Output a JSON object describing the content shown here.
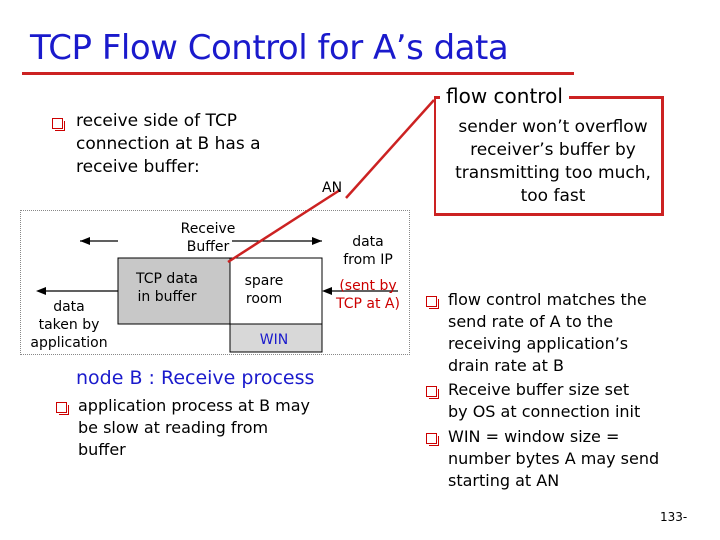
{
  "title": "TCP Flow Control for A’s data",
  "left_bullet": {
    "lines": [
      "receive side of TCP",
      "connection at B has a",
      "receive buffer:"
    ]
  },
  "flow_control_box": {
    "label": "flow control",
    "lines": [
      "sender won’t overflow",
      "receiver’s buffer by",
      "transmitting too much,",
      "too fast"
    ]
  },
  "diagram": {
    "an": "AN",
    "receive_buffer": [
      "Receive",
      "Buffer"
    ],
    "data_taken": [
      "data",
      "taken by",
      "application"
    ],
    "tcp_data": [
      "TCP data",
      "in buffer"
    ],
    "spare_room": [
      "spare",
      "room"
    ],
    "data_from_ip": [
      "data",
      "from IP"
    ],
    "sent_by": [
      "(sent by",
      "TCP at A)"
    ],
    "win": "WIN",
    "node_title": "node B : Receive process"
  },
  "node_bullet": {
    "lines": [
      "application process at B may",
      "be slow at reading from",
      "buffer"
    ]
  },
  "right_bullets": [
    {
      "lines": [
        "flow control  matches the",
        "send rate of A to the",
        "receiving application’s",
        "drain rate at B"
      ]
    },
    {
      "lines": [
        "Receive buffer size set",
        "by OS at connection init"
      ]
    },
    {
      "lines": [
        "WIN = window size =",
        "number bytes A may send",
        "starting at AN"
      ]
    }
  ],
  "page_number": "133-",
  "colors": {
    "title": "#1a1acc",
    "accent": "#cc2222",
    "fill_data": "#c8c8c8",
    "fill_win": "#d8d8d8"
  }
}
